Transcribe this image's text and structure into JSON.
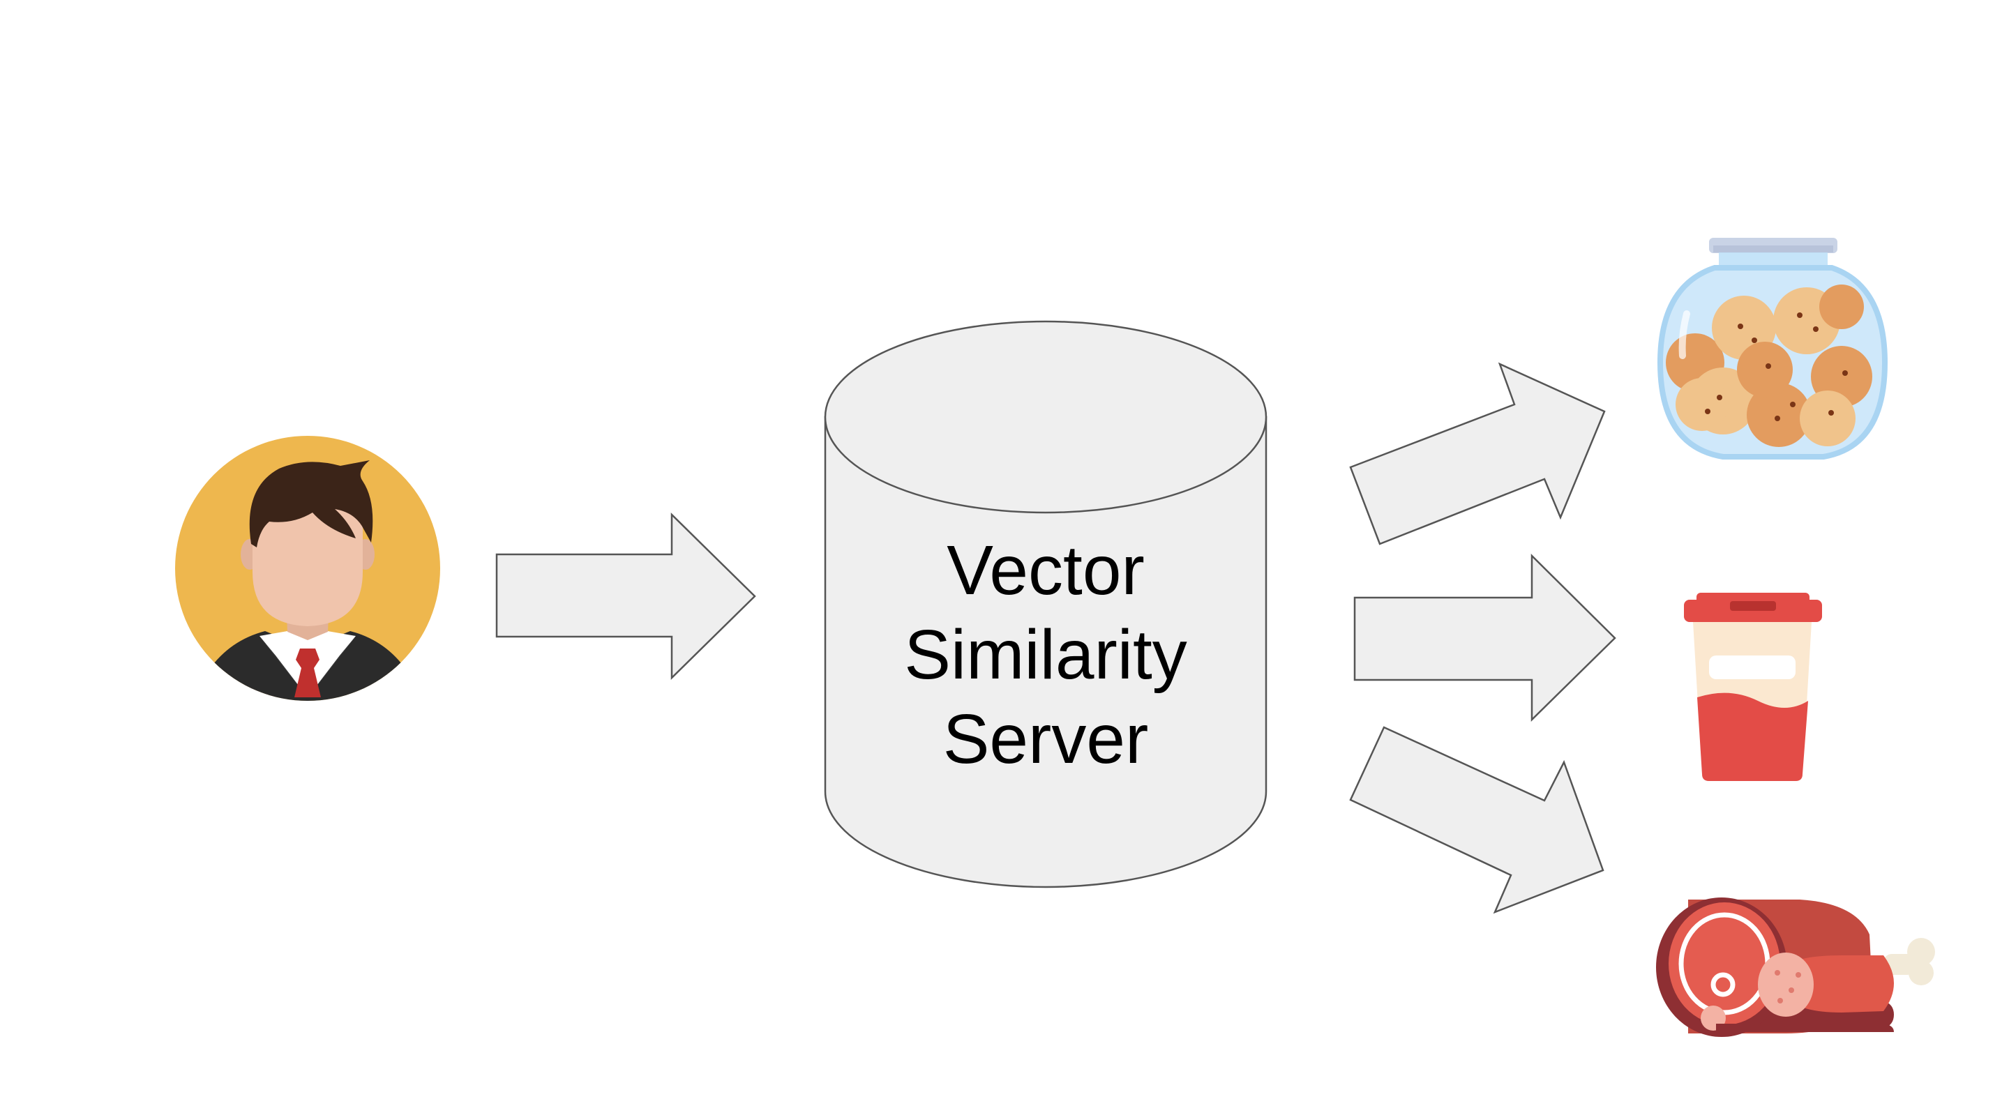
{
  "server": {
    "label_lines": [
      "Vector",
      "Similarity",
      "Server"
    ]
  },
  "icons": {
    "user": "user-avatar-icon",
    "cookies": "cookie-jar-icon",
    "drink": "drink-cup-icon",
    "meat": "meat-icon"
  },
  "colors": {
    "shape_fill": "#efefef",
    "shape_stroke": "#555555",
    "avatar_bg": "#eeb74e",
    "skin": "#f0c4ac",
    "hair": "#3b2418",
    "suit": "#2b2b2b",
    "tie": "#c0302e",
    "jar": "#a9d4f2",
    "lid": "#c9d3e6",
    "cookie": "#f0c38b",
    "cookie_dark": "#e39c5f",
    "chip": "#7a3516",
    "cup_red": "#e34c47",
    "cup_cream": "#fbe8d0",
    "meat_red": "#c34a40",
    "meat_dark": "#8e2f33",
    "bone": "#f2ead8",
    "salami": "#f3b2a4"
  }
}
